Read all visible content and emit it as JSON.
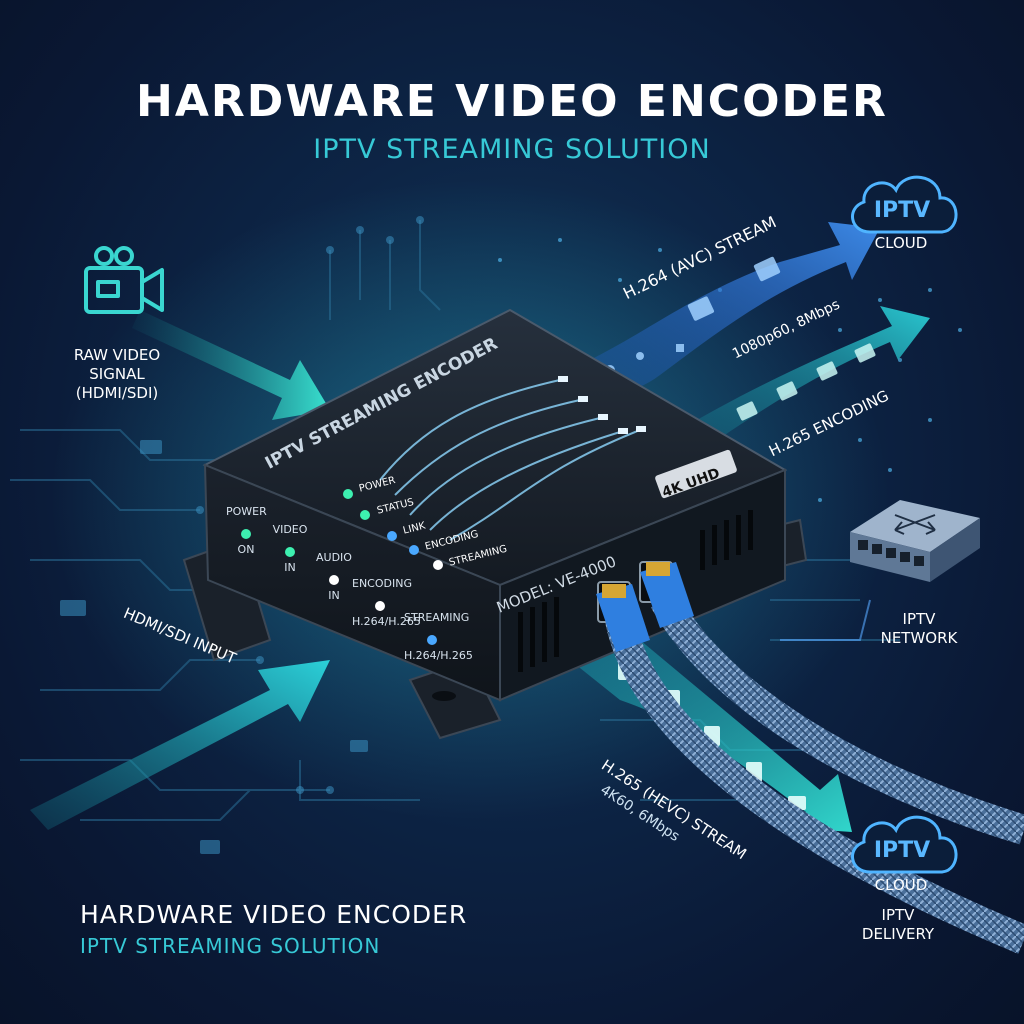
{
  "title": "HARDWARE VIDEO ENCODER",
  "subtitle": "IPTV STREAMING SOLUTION",
  "footer": {
    "title": "HARDWARE VIDEO ENCODER",
    "subtitle": "IPTV STREAMING SOLUTION"
  },
  "input": {
    "raw_label": "RAW VIDEO SIGNAL (HDMI/SDI)",
    "hdmi_label": "HDMI/SDI INPUT"
  },
  "device": {
    "top_label": "IPTV STREAMING ENCODER",
    "badge": "4K UHD",
    "model": "MODEL: VE-4000",
    "top_leds": [
      "POWER",
      "STATUS",
      "LINK",
      "ENCODING",
      "STREAMING"
    ],
    "front_leds": [
      {
        "name": "POWER",
        "sub": "ON"
      },
      {
        "name": "VIDEO",
        "sub": "IN"
      },
      {
        "name": "AUDIO",
        "sub": "IN"
      },
      {
        "name": "ENCODING",
        "sub": "H.264/H.265"
      },
      {
        "name": "STREAMING",
        "sub": "H.264/H.265"
      }
    ]
  },
  "streams": {
    "h264": {
      "label": "H.264 (AVC) STREAM",
      "detail": "1080p60, 8Mbps"
    },
    "h265_encoding": "H.265 ENCODING",
    "h265": {
      "label": "H.265 (HEVC) STREAM",
      "detail": "4K60, 6Mbps"
    }
  },
  "cloud_top": {
    "badge": "IPTV",
    "label": "CLOUD"
  },
  "cloud_bottom": {
    "badge": "IPTV",
    "label": "CLOUD",
    "caption": "IPTV DELIVERY"
  },
  "network": {
    "label": "IPTV NETWORK"
  },
  "icons": [
    "video-camera-icon",
    "cloud-icon",
    "network-switch-icon",
    "rj45-plug-icon",
    "document-icon"
  ],
  "colors": {
    "background": "#0a1834",
    "accent_teal": "#37c9d6",
    "accent_blue": "#3a7fe0",
    "led_green": "#3df0b0"
  }
}
